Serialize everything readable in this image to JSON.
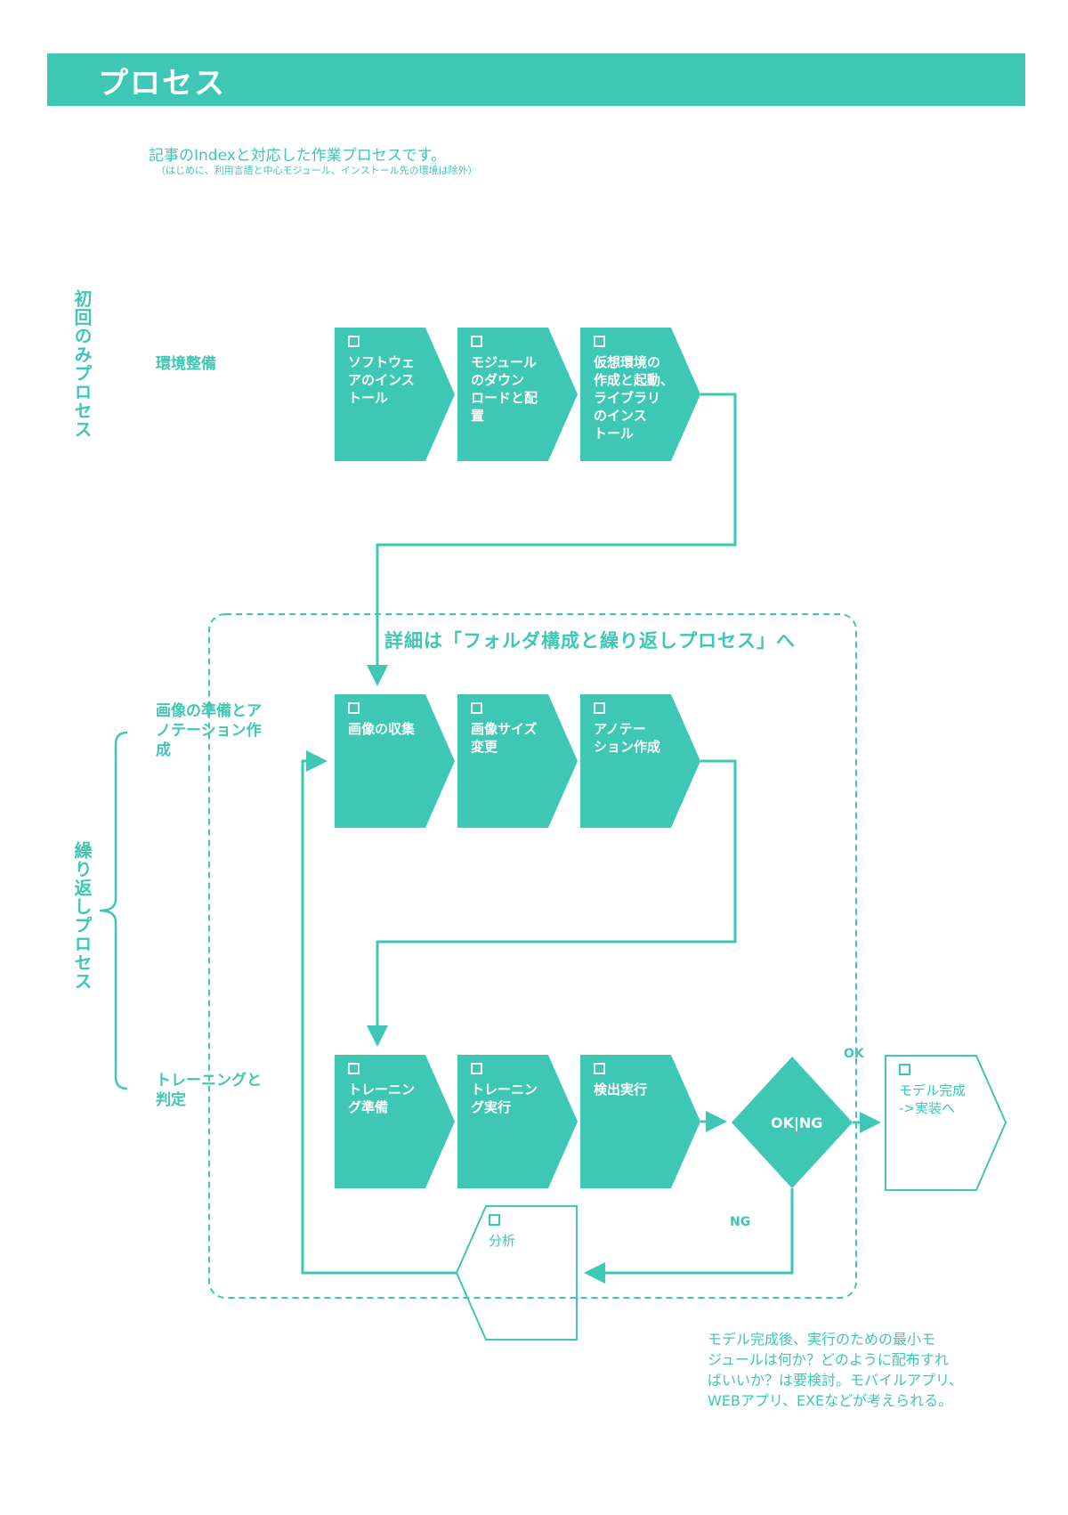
{
  "header": {
    "title": "プロセス"
  },
  "intro": {
    "line1": "記事のIndexと対応した作業プロセスです。",
    "line2": "（はじめに、利用言語と中心モジュール、インストール先の環境は除外）"
  },
  "sections": {
    "first": "初回のみプロセス",
    "repeat": "繰り返しプロセス"
  },
  "groups": {
    "env": "環境整備",
    "image_l1": "画像の準備とア",
    "image_l2": "ノテーション作",
    "image_l3": "成",
    "train_l1": "トレーニングと",
    "train_l2": "判定"
  },
  "detail_title": "詳細は「フォルダ構成と繰り返しプロセス」へ",
  "steps": {
    "s1": [
      "ソフトウェ",
      "アのインス",
      "トール"
    ],
    "s2": [
      "モジュール",
      "のダウン",
      "ロードと配",
      "置"
    ],
    "s3": [
      "仮想環境の",
      "作成と起動、",
      "ライブラリ",
      "のインス",
      "トール"
    ],
    "s4": [
      "画像の収集"
    ],
    "s5": [
      "画像サイズ",
      "変更"
    ],
    "s6": [
      "アノテー",
      "ション作成"
    ],
    "s7": [
      "トレーニン",
      "グ準備"
    ],
    "s8": [
      "トレーニン",
      "グ実行"
    ],
    "s9": [
      "検出実行"
    ],
    "s10": [
      "モデル完成",
      "->実装へ"
    ],
    "s11": [
      "分析"
    ]
  },
  "decision": {
    "label": "OK|NG",
    "ok": "OK",
    "ng": "NG"
  },
  "footnote": [
    "モデル完成後、実行のための最小モ",
    "ジュールは何か？どのように配布すれ",
    "ばいいか？は要検討。モバイルアプリ、",
    "WEBアプリ、EXEなどが考えられる。"
  ],
  "colors": {
    "accent": "#3ec7b4",
    "white": "#ffffff"
  }
}
